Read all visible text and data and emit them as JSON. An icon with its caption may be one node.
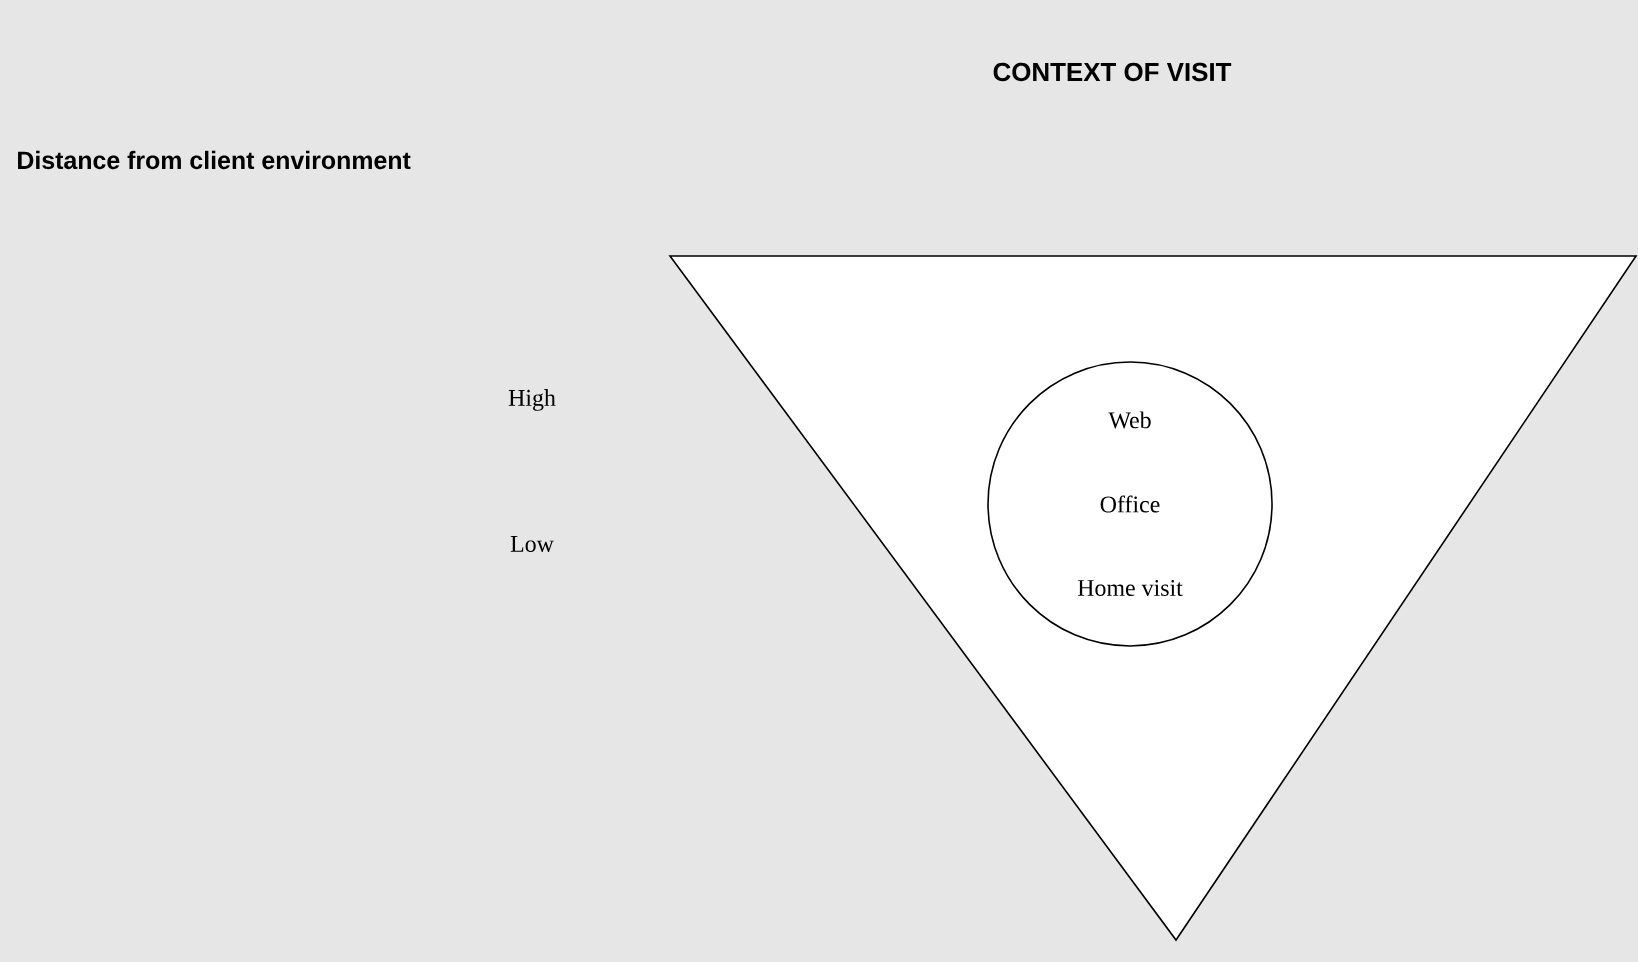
{
  "diagram": {
    "title": "CONTEXT OF VISIT",
    "nodes": [
      {
        "text": [],
        "shape": "triangle"
      },
      {
        "text": [
          "Web",
          "Office",
          "Home visit"
        ],
        "in": 0
      }
    ],
    "labels": [
      "Distance from client environment",
      "High",
      "Low"
    ]
  }
}
